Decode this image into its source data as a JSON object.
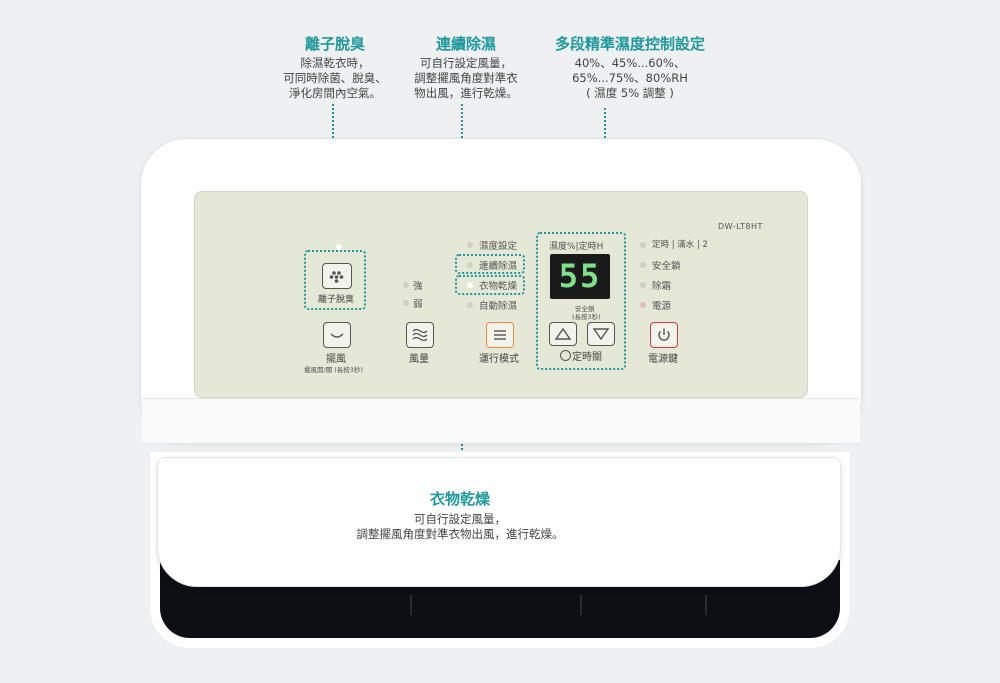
{
  "callouts": {
    "deodorize": {
      "title": "離子脫臭",
      "lines": [
        "除濕乾衣時，",
        "可同時除菌、脫臭、",
        "淨化房間內空氣。"
      ]
    },
    "continuous": {
      "title": "連續除濕",
      "lines": [
        "可自行設定風量，",
        "調整擺風角度對準衣",
        "物出風，進行乾燥。"
      ]
    },
    "humidity": {
      "title": "多段精準濕度控制設定",
      "lines": [
        "40%、45%...60%、",
        "65%...75%、80%RH",
        "( 濕度 5% 調整 )"
      ]
    },
    "clothes": {
      "title": "衣物乾燥",
      "lines": [
        "可自行設定風量，",
        "調整擺風角度對準衣物出風，進行乾燥。"
      ]
    }
  },
  "panel": {
    "model": "DW-LT8HT",
    "deodorize_label": "離子脫臭",
    "fan_strength": [
      "強",
      "弱"
    ],
    "modes": [
      "濕度設定",
      "連續除濕",
      "衣物乾燥",
      "自動除濕"
    ],
    "display_header": "濕度%|定時H",
    "display_value": "55",
    "lock_hint": "安全鎖",
    "lock_hint_sub": "(長按3秒)",
    "status": [
      "定時 | 滿水 | 2",
      "安全鎖",
      "除霜",
      "電源"
    ],
    "buttons": {
      "swing": "擺風",
      "swing_sub": "擺風開/關 (長按3秒)",
      "fan": "風量",
      "mode": "運行模式",
      "timer": "定時關",
      "power": "電源鍵"
    }
  },
  "colors": {
    "accent": "#1e9a9e",
    "mode_button": "#f08a3c",
    "power_button": "#d93c3c",
    "display_digits": "#7fe08a"
  }
}
